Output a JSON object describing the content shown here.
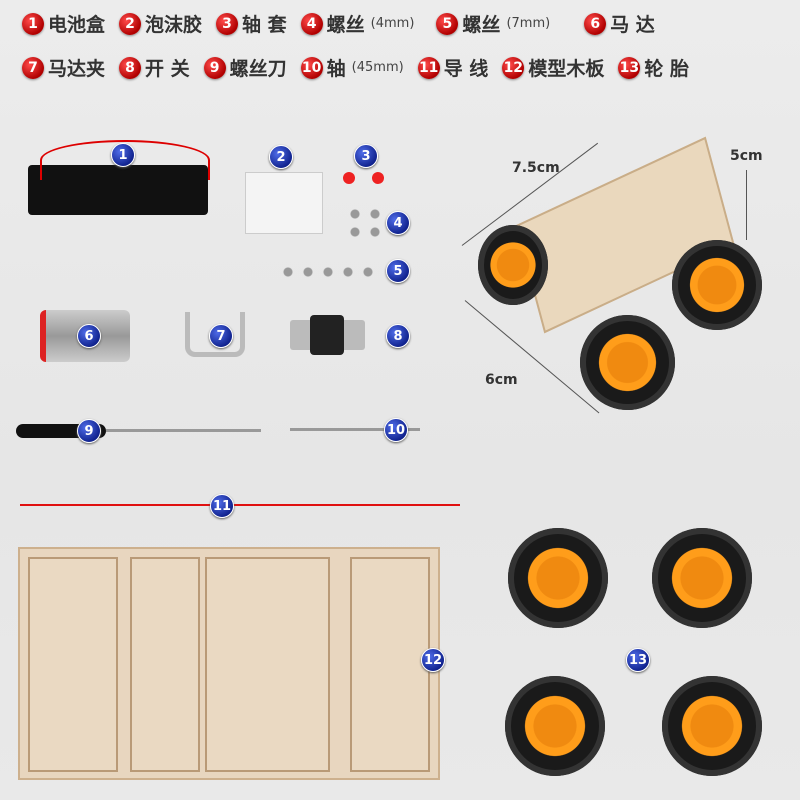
{
  "legend": [
    {
      "num": "1",
      "label": "电池盒",
      "spec": ""
    },
    {
      "num": "2",
      "label": "泡沫胶",
      "spec": ""
    },
    {
      "num": "3",
      "label": "轴 套",
      "spec": ""
    },
    {
      "num": "4",
      "label": "螺丝",
      "spec": "(4mm)"
    },
    {
      "num": "5",
      "label": "螺丝",
      "spec": "(7mm)"
    },
    {
      "num": "6",
      "label": "马 达",
      "spec": ""
    },
    {
      "num": "7",
      "label": "马达夹",
      "spec": ""
    },
    {
      "num": "8",
      "label": "开 关",
      "spec": ""
    },
    {
      "num": "9",
      "label": "螺丝刀",
      "spec": ""
    },
    {
      "num": "10",
      "label": "轴",
      "spec": "(45mm)"
    },
    {
      "num": "11",
      "label": "导 线",
      "spec": ""
    },
    {
      "num": "12",
      "label": "模型木板",
      "spec": ""
    },
    {
      "num": "13",
      "label": "轮 胎",
      "spec": ""
    }
  ],
  "dimensions": {
    "length": "7.5cm",
    "height": "5cm",
    "width": "6cm"
  },
  "markers": [
    "1",
    "2",
    "3",
    "4",
    "5",
    "6",
    "7",
    "8",
    "9",
    "10",
    "11",
    "12",
    "13"
  ],
  "colors": {
    "legend_badge": "#c00000",
    "part_badge": "#1a2fa0",
    "wheel_hub": "#ff9d1a",
    "wood": "#e8d6bf"
  }
}
